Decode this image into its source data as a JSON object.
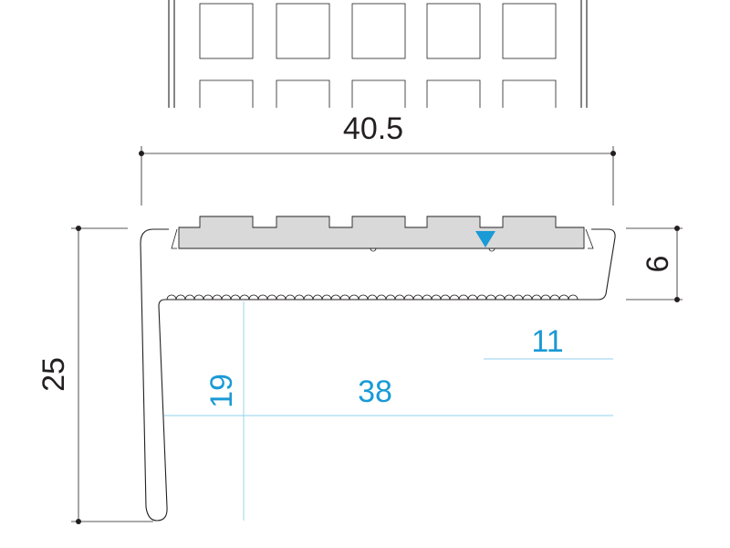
{
  "dimensions": {
    "overall_width": "40.5",
    "overall_height": "25",
    "insert_depth": "6"
  },
  "inner_dimensions": {
    "width_38": "38",
    "height_19": "19",
    "offset_11": "11"
  },
  "colors": {
    "line": "#231f20",
    "accent_blue": "#1a9ad6",
    "guide_blue": "#8fd0ee",
    "insert_fill": "#d9d9d9"
  }
}
